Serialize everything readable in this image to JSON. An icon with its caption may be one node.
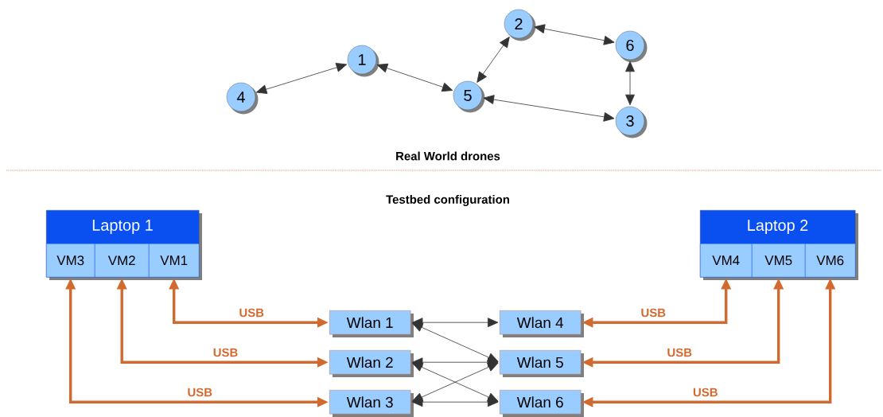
{
  "diagram": {
    "nodes": [
      {
        "text": [
          "1"
        ]
      },
      {
        "text": [
          "2"
        ]
      },
      {
        "text": [
          "3"
        ]
      },
      {
        "text": [
          "4"
        ]
      },
      {
        "text": [
          "5"
        ]
      },
      {
        "text": [
          "6"
        ]
      },
      {
        "text": [
          "Laptop 1"
        ]
      },
      {
        "text": [
          "VM3"
        ],
        "in": 6
      },
      {
        "text": [
          "VM2"
        ],
        "in": 6
      },
      {
        "text": [
          "VM1"
        ],
        "in": 6
      },
      {
        "text": [
          "Laptop 2"
        ]
      },
      {
        "text": [
          "VM4"
        ],
        "in": 10
      },
      {
        "text": [
          "VM5"
        ],
        "in": 10
      },
      {
        "text": [
          "VM6"
        ],
        "in": 10
      },
      {
        "text": [
          "Wlan 1"
        ]
      },
      {
        "text": [
          "Wlan 2"
        ]
      },
      {
        "text": [
          "Wlan 3"
        ]
      },
      {
        "text": [
          "Wlan 4"
        ]
      },
      {
        "text": [
          "Wlan 5"
        ]
      },
      {
        "text": [
          "Wlan 6"
        ]
      }
    ],
    "edges": [
      {
        "from": 3,
        "to": 0,
        "arrow": "both"
      },
      {
        "from": 0,
        "to": 4,
        "arrow": "both"
      },
      {
        "from": 4,
        "to": 1,
        "arrow": "both"
      },
      {
        "from": 1,
        "to": 5,
        "arrow": "both"
      },
      {
        "from": 5,
        "to": 2,
        "arrow": "both"
      },
      {
        "from": 4,
        "to": 2,
        "arrow": "both"
      },
      {
        "from": 9,
        "to": 14,
        "arrow": "both",
        "label": "USB",
        "style": "thick",
        "color": "#d2692f"
      },
      {
        "from": 8,
        "to": 15,
        "arrow": "both",
        "label": "USB",
        "style": "thick",
        "color": "#d2692f"
      },
      {
        "from": 7,
        "to": 16,
        "arrow": "both",
        "label": "USB",
        "style": "thick",
        "color": "#d2692f"
      },
      {
        "from": 11,
        "to": 17,
        "arrow": "both",
        "label": "USB",
        "style": "thick",
        "color": "#d2692f"
      },
      {
        "from": 12,
        "to": 18,
        "arrow": "both",
        "label": "USB",
        "style": "thick",
        "color": "#d2692f"
      },
      {
        "from": 13,
        "to": 19,
        "arrow": "both",
        "label": "USB",
        "style": "thick",
        "color": "#d2692f"
      },
      {
        "from": 14,
        "to": 17,
        "arrow": "both"
      },
      {
        "from": 14,
        "to": 18,
        "arrow": "both"
      },
      {
        "from": 15,
        "to": 18,
        "arrow": "both"
      },
      {
        "from": 15,
        "to": 19,
        "arrow": "both"
      },
      {
        "from": 16,
        "to": 18,
        "arrow": "both"
      },
      {
        "from": 16,
        "to": 19,
        "arrow": "both"
      }
    ],
    "labels": [
      "Real World drones",
      "Testbed configuration"
    ]
  }
}
